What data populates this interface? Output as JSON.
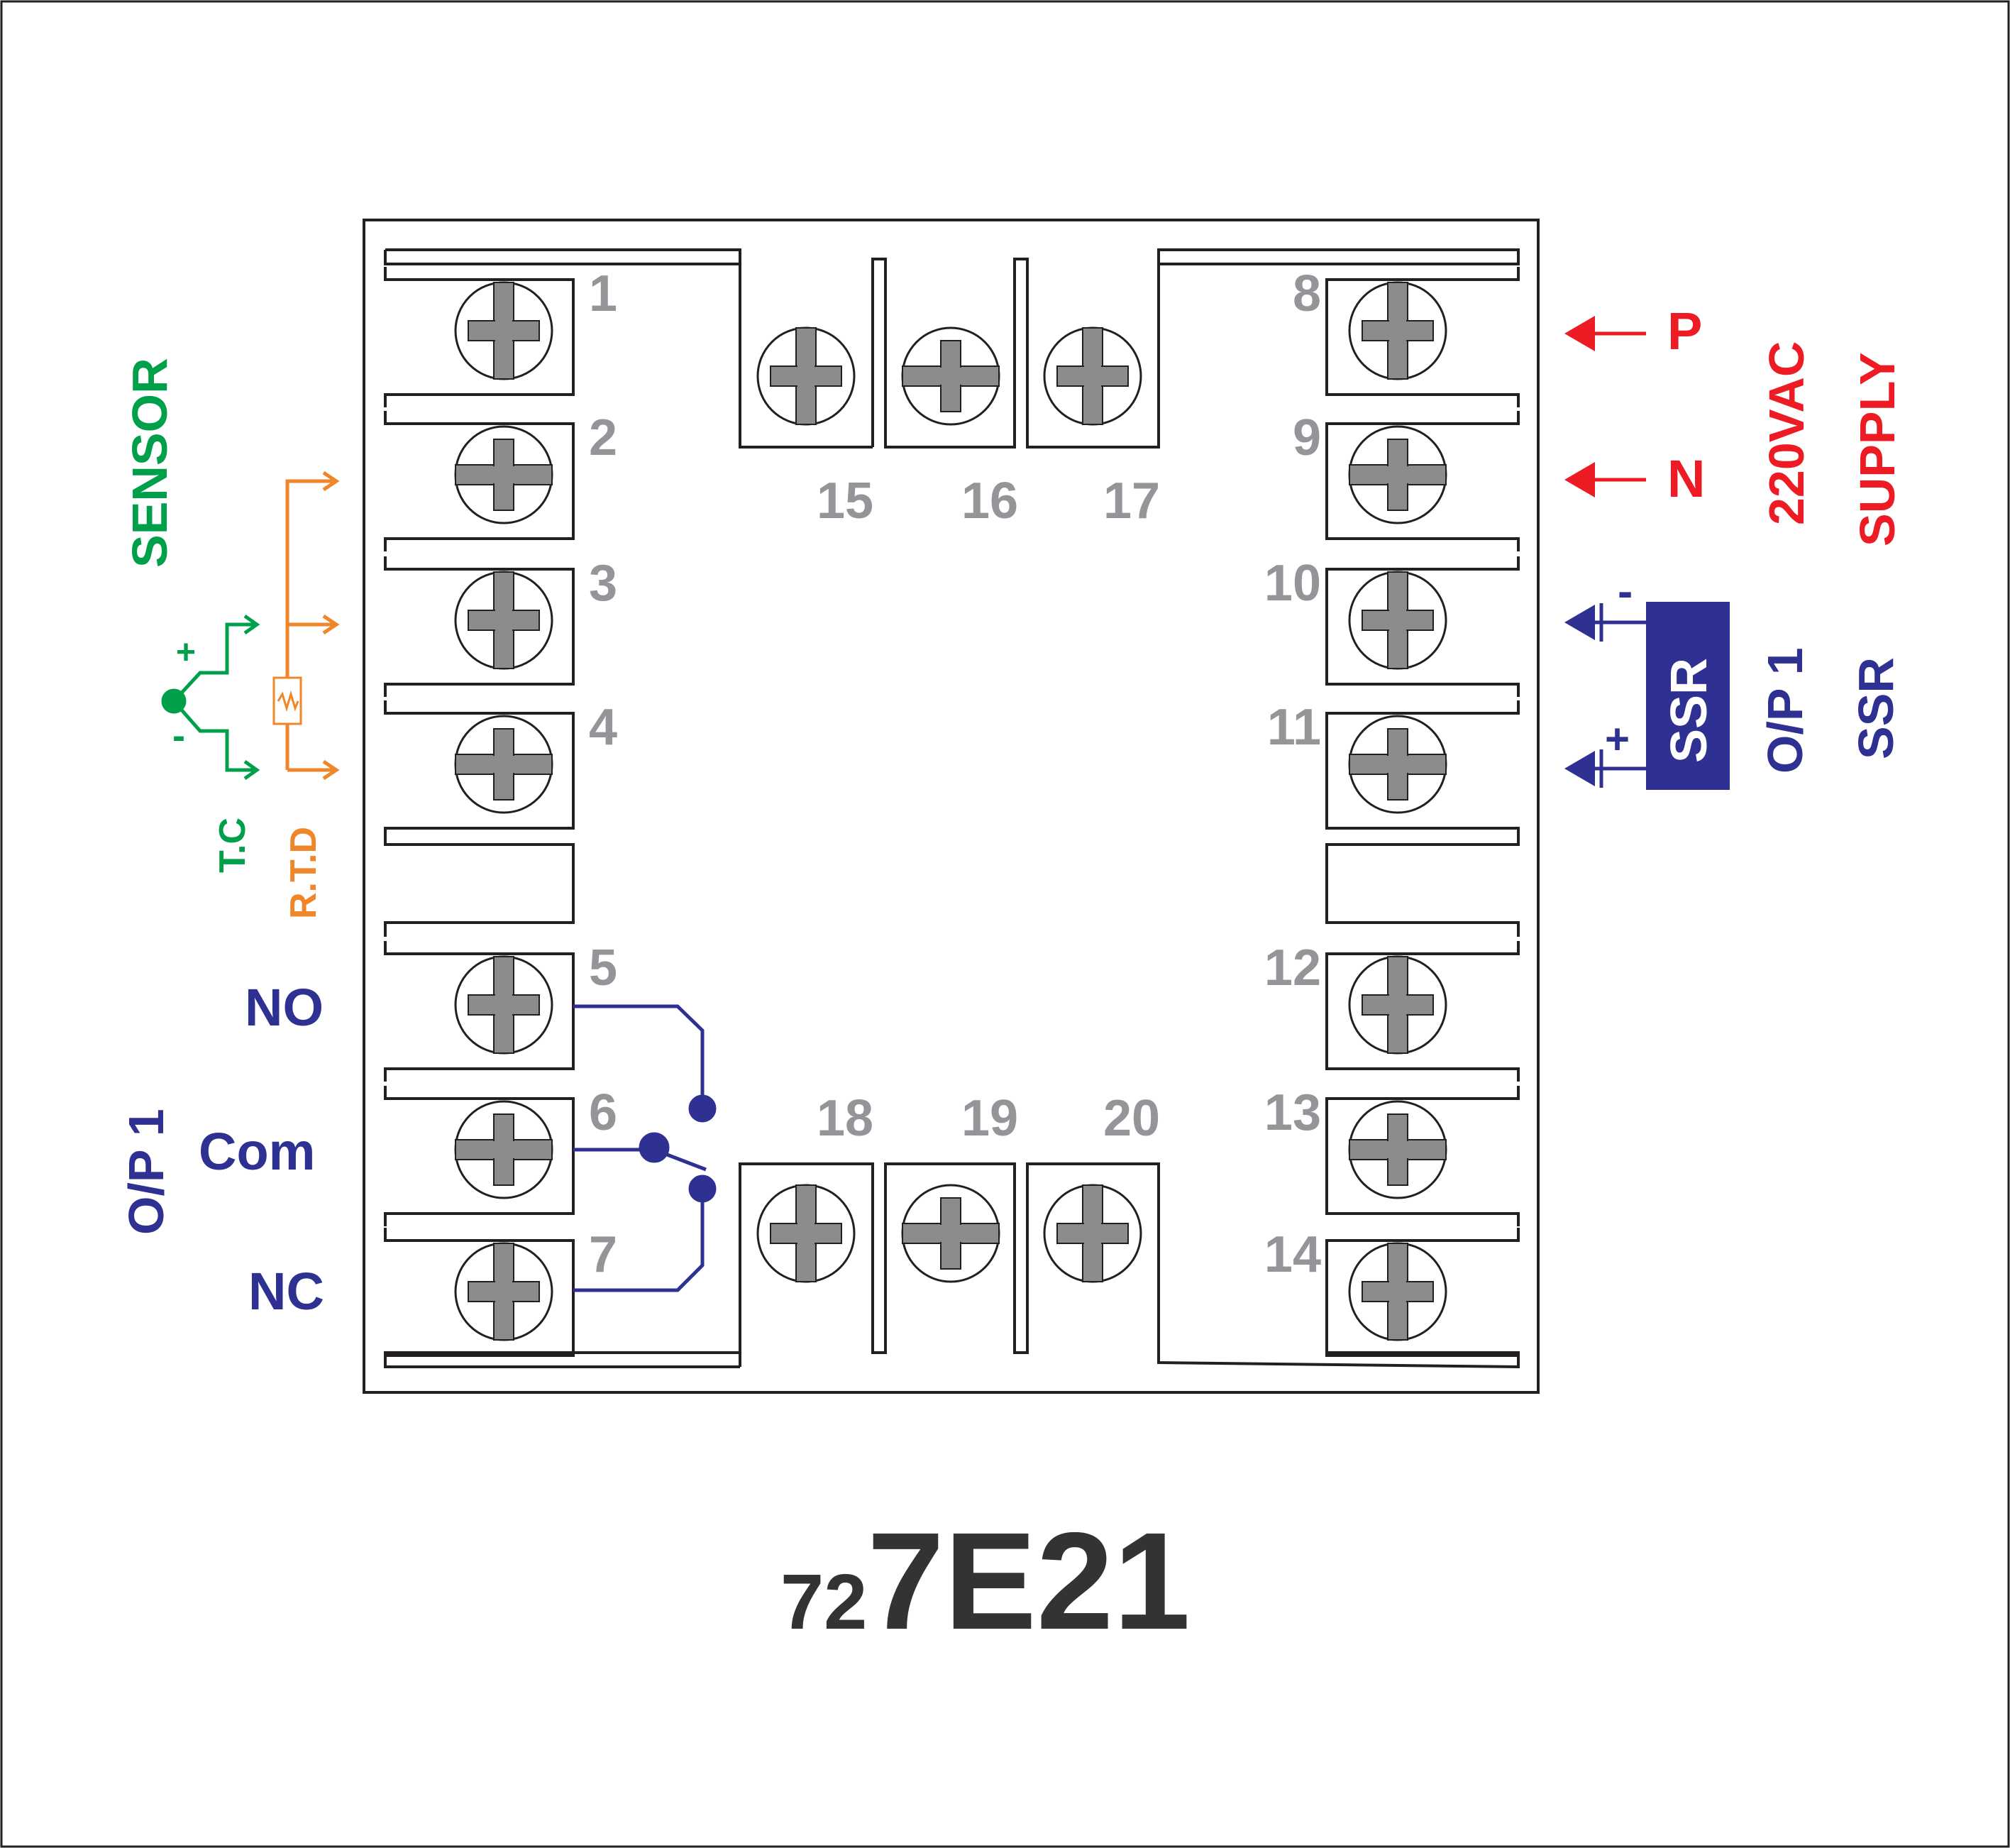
{
  "model": {
    "prefix": "72",
    "main": "7E21"
  },
  "terminals": {
    "left": [
      {
        "n": "1"
      },
      {
        "n": "2"
      },
      {
        "n": "3"
      },
      {
        "n": "4"
      },
      {
        "n": "5"
      },
      {
        "n": "6"
      },
      {
        "n": "7"
      }
    ],
    "right": [
      {
        "n": "8"
      },
      {
        "n": "9"
      },
      {
        "n": "10"
      },
      {
        "n": "11"
      },
      {
        "n": "12"
      },
      {
        "n": "13"
      },
      {
        "n": "14"
      }
    ],
    "top": [
      {
        "n": "15"
      },
      {
        "n": "16"
      },
      {
        "n": "17"
      }
    ],
    "bottom": [
      {
        "n": "18"
      },
      {
        "n": "19"
      },
      {
        "n": "20"
      }
    ]
  },
  "sensor": {
    "title": "SENSOR",
    "tc": "T.C",
    "rtd": "R.T.D",
    "plus": "+",
    "minus": "-"
  },
  "relay": {
    "title": "O/P 1",
    "no": "NO",
    "com": "Com",
    "nc": "NC"
  },
  "supply": {
    "title": "SUPPLY",
    "voltage": "220VAC",
    "p": "P",
    "n": "N"
  },
  "ssr": {
    "box": "SSR",
    "title": "O/P 1",
    "subtitle": "SSR",
    "minus": "-",
    "plus": "+"
  },
  "colors": {
    "sensor": "#00a04b",
    "rtd": "#f0862a",
    "relay": "#2e3192",
    "supply": "#ed1c24",
    "terminal_number": "#939598",
    "screw": "#8c8c8c",
    "model": "#333333",
    "outline": "#231f20"
  }
}
